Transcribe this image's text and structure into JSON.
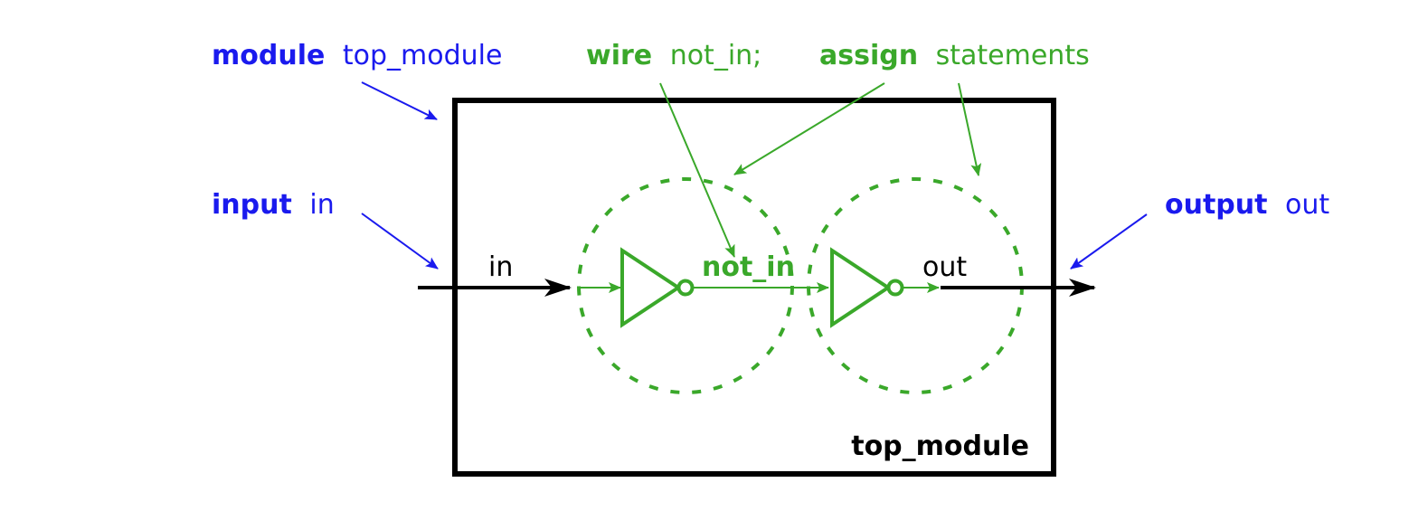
{
  "colors": {
    "keyword_blue": "#1a1aee",
    "keyword_green": "#3aa82a",
    "box": "#000000"
  },
  "labels": {
    "module_kw": "module",
    "module_name": "top_module",
    "input_kw": "input",
    "input_name": "in",
    "output_kw": "output",
    "output_name": "out",
    "wire_kw": "wire",
    "wire_name": "not_in;",
    "assign_kw": "assign",
    "assign_rest": "statements"
  },
  "diagram": {
    "signal_in": "in",
    "signal_not_in": "not_in",
    "signal_out": "out",
    "module_box_label": "top_module"
  }
}
